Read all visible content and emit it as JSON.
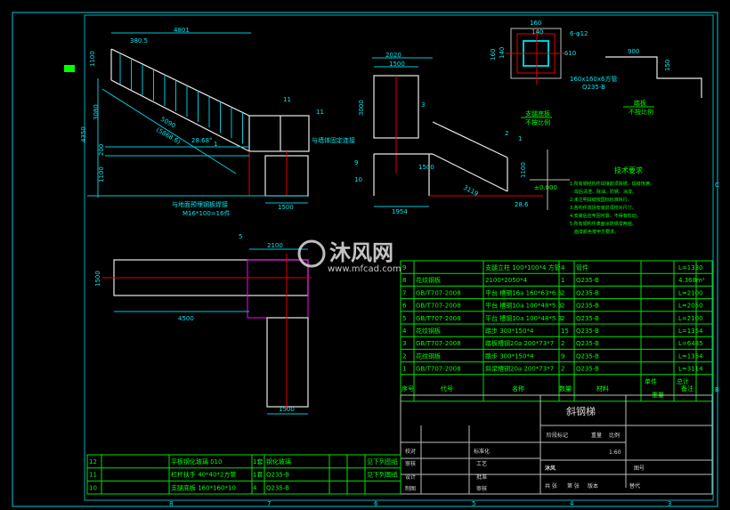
{
  "colors": {
    "background": "#000000",
    "table": "#00ff00",
    "dimension": "#00e5ee",
    "outline": "#e8e8e8",
    "centerline": "#e00000",
    "frame": "#00c8d8"
  },
  "border": {
    "right_letters": [
      "C",
      "B"
    ],
    "bottom_numbers": [
      "8",
      "7",
      "6",
      "5",
      "4",
      "3"
    ]
  },
  "elevation": {
    "dims": [
      "4801",
      "380.5",
      "1100",
      "3080",
      "4350",
      "200",
      "1100",
      "5090",
      "(5868.6)",
      "28.68°",
      "1500"
    ],
    "tags": [
      "11",
      "11",
      "1"
    ],
    "notes": [
      "与墙体固定连接",
      "与地面预埋钢板焊接",
      "M16*100=16件"
    ]
  },
  "side": {
    "dims": [
      "2020",
      "1500",
      "3000",
      "1954",
      "3119",
      "1100",
      "28.6",
      "±0.000",
      "1500"
    ],
    "tags": [
      "3",
      "2",
      "1",
      "9",
      "10"
    ]
  },
  "plate": {
    "dims": [
      "160",
      "140",
      "160",
      "140",
      "6-φ12",
      "δ10"
    ],
    "note1": "160x160x6方管",
    "note2": "Q235-B",
    "title": "支腿底板",
    "scale": "不按比例"
  },
  "tread": {
    "dims": [
      "900",
      "150"
    ],
    "title": "踏板",
    "scale": "不按比例"
  },
  "plan": {
    "dims": [
      "2100",
      "1500",
      "4500",
      "1500"
    ],
    "tag": "5"
  },
  "tech": {
    "title": "技术要求",
    "lines": [
      "1.所有钢结构件焊接前须除锈，焊缝饱满，",
      "　焊后清渣、除油、防锈、涂漆。",
      "2.未注明焊缝按国标标准执行。",
      "3.各构件现场安装前须校对尺寸。",
      "4.安装后应牢固可靠，不得有松动。",
      "5.所有钢构件表面涂防锈漆两遍，",
      "　面漆颜色按甲方要求。"
    ]
  },
  "parts": {
    "header": {
      "no": "序号",
      "code": "代号",
      "name": "名称",
      "qty": "数量",
      "material": "材料",
      "unit": "单件",
      "total": "总计",
      "weight": "重量",
      "note": "备注"
    },
    "rows": [
      {
        "no": "9",
        "code": "",
        "name": "支腿立柱 100*100*4 方管",
        "qty": "4",
        "material": "管件",
        "note": "L=1330"
      },
      {
        "no": "8",
        "code": "花纹钢板",
        "name": "2100*2050*4",
        "qty": "1",
        "material": "Q235-B",
        "note": "4.368m²"
      },
      {
        "no": "7",
        "code": "GB/T707-2008",
        "name": "平台 槽钢16a 160*63*6.5",
        "qty": "2",
        "material": "Q235-B",
        "note": "L=2100"
      },
      {
        "no": "6",
        "code": "GB/T707-2008",
        "name": "平台 槽钢10a 100*48*5.3",
        "qty": "2",
        "material": "Q235-B",
        "note": "L=2050"
      },
      {
        "no": "5",
        "code": "GB/T707-2008",
        "name": "平台 槽钢10a 100*48*5.3",
        "qty": "2",
        "material": "Q235-B",
        "note": "L=2100"
      },
      {
        "no": "4",
        "code": "花纹钢板",
        "name": "踏步 300*150*4",
        "qty": "15",
        "material": "Q235-B",
        "note": "L=1354"
      },
      {
        "no": "3",
        "code": "GB/T707-2008",
        "name": "踏板槽钢20a 200*73*7",
        "qty": "2",
        "material": "Q235-B",
        "note": "L=6485"
      },
      {
        "no": "2",
        "code": "花纹钢板",
        "name": "踏步 300*150*4",
        "qty": "9",
        "material": "Q235-B",
        "note": "L=1354"
      },
      {
        "no": "1",
        "code": "GB/T707-2008",
        "name": "斜梁槽钢20a 200*73*7",
        "qty": "2",
        "material": "Q235-B",
        "note": "L=3114"
      }
    ],
    "lower_rows": [
      {
        "no": "12",
        "name": "平板钢化玻璃 δ10",
        "qty": "1套",
        "material": "钢化玻璃",
        "note": "见下列图纸"
      },
      {
        "no": "11",
        "name": "栏杆扶手 40*40*2方管",
        "qty": "1套",
        "material": "Q235-B",
        "note": "见下列图纸"
      },
      {
        "no": "10",
        "name": "支腿底板 160*160*10",
        "qty": "4",
        "material": "Q235-B",
        "note": ""
      }
    ]
  },
  "title_block": {
    "title": "斜钢梯",
    "stage": "阶段标记",
    "weight": "重量",
    "scale": "比例",
    "scale_value": "1:60",
    "left_labels": [
      "校对",
      "审核",
      "设计",
      "制图"
    ],
    "mid_labels": [
      "标准化",
      "工艺",
      "批准",
      "审核"
    ],
    "company": "沐风",
    "drawing_no": "图号",
    "sheet": "共 张",
    "sheet_of": "第 张",
    "version": "版本",
    "replace": "替代"
  },
  "watermark": {
    "brand": "沐风网",
    "url": "www.mfcad.com"
  }
}
